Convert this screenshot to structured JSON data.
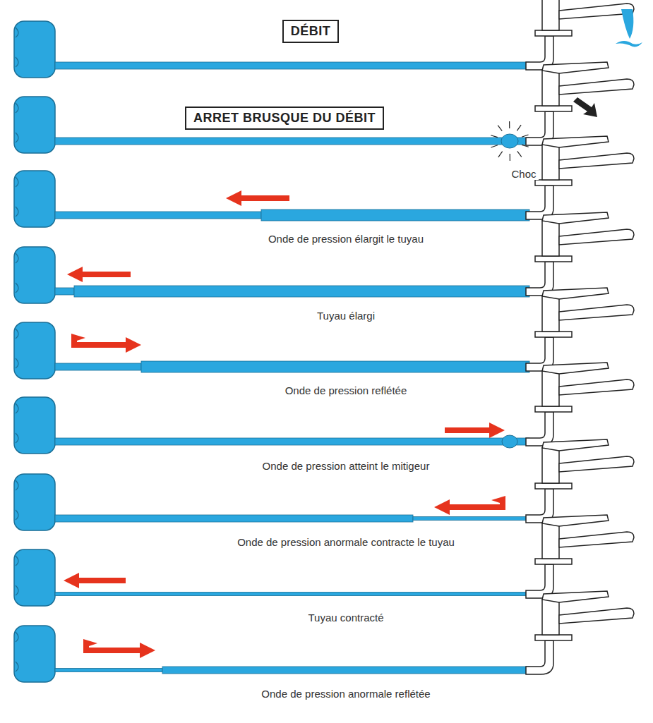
{
  "diagram": {
    "nodes": [
      {
        "text": [
          "DÉBIT"
        ]
      },
      {
        "text": [
          "ARRET BRUSQUE DU DÉBIT"
        ]
      }
    ],
    "labels": [
      "Choc",
      "Onde de pression élargit le tuyau",
      "Tuyau élargi",
      "Onde de pression reflétée",
      "Onde de pression atteint le mitigeur",
      "Onde de pression anormale contracte le tuyau",
      "Tuyau contracté",
      "Onde de pression anormale reflétée"
    ]
  }
}
